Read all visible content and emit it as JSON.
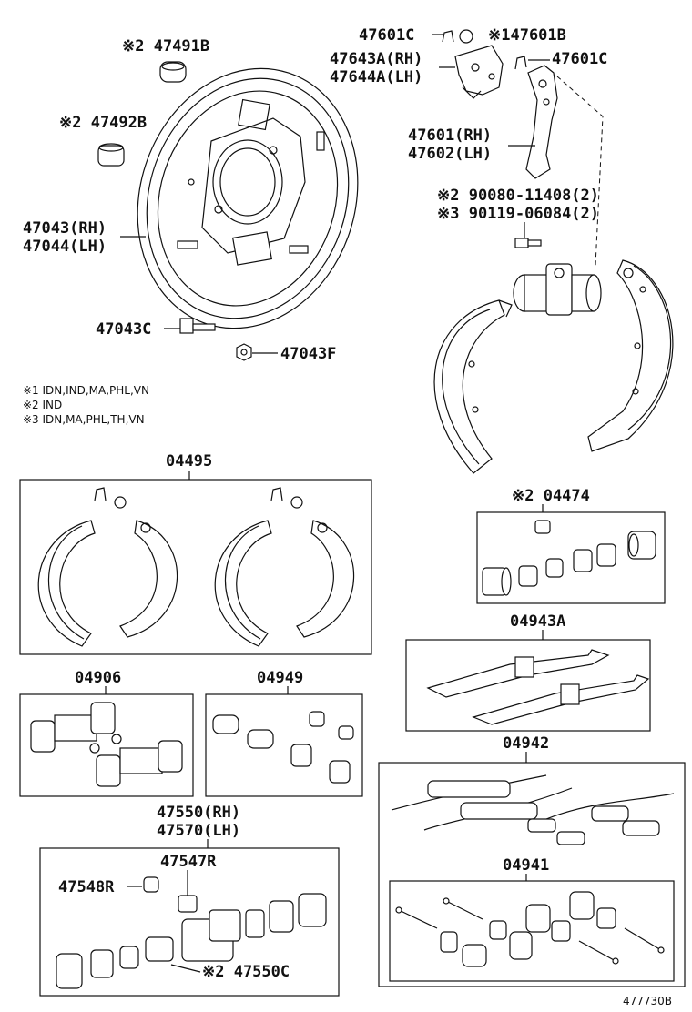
{
  "labels": {
    "p47491B": "※2 47491B",
    "p47492B": "※2 47492B",
    "p47043rh": "47043(RH)",
    "p47044lh": "47044(LH)",
    "p47043C": "47043C",
    "p47043F": "47043F",
    "p47601C_top": "47601C",
    "p47601B": "※147601B",
    "p47643A": "47643A(RH)",
    "p47644A": "47644A(LH)",
    "p47601C_right": "47601C",
    "p47601rh": "47601(RH)",
    "p47602lh": "47602(LH)",
    "p90080": "※2 90080-11408(2)",
    "p90119": "※3 90119-06084(2)",
    "k04495": "04495",
    "k04474": "※2 04474",
    "k04943A": "04943A",
    "k04906": "04906",
    "k04949": "04949",
    "k04942": "04942",
    "k04941": "04941",
    "p47550rh": "47550(RH)",
    "p47570lh": "47570(LH)",
    "p47547R": "47547R",
    "p47548R": "47548R",
    "p47550C": "※2 47550C",
    "diagram_id": "477730B"
  },
  "notes": [
    "※1 IDN,IND,MA,PHL,VN",
    "※2 IND",
    "※3 IDN,MA,PHL,TH,VN"
  ]
}
